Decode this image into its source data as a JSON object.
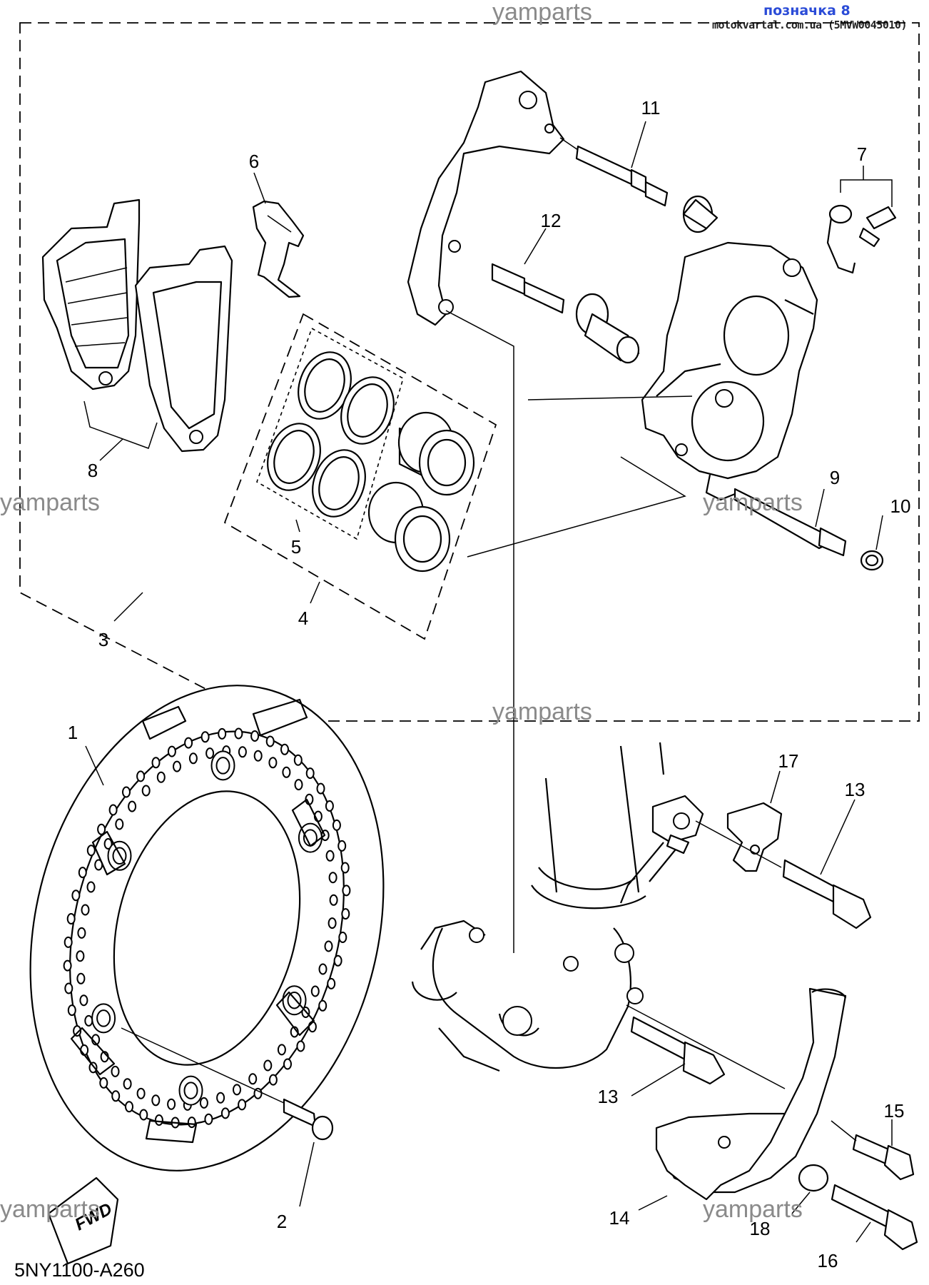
{
  "header": {
    "link_text": "позначка 8",
    "site_text": "motokvartal.com.ua (5MVW0045010)"
  },
  "watermark": "yamparts",
  "diagram_code": "5NY1100-A260",
  "fwd_label": "FWD",
  "parts": [
    {
      "id": "p1",
      "label": "1"
    },
    {
      "id": "p2",
      "label": "2"
    },
    {
      "id": "p3",
      "label": "3"
    },
    {
      "id": "p4",
      "label": "4"
    },
    {
      "id": "p5",
      "label": "5"
    },
    {
      "id": "p6",
      "label": "6"
    },
    {
      "id": "p7",
      "label": "7"
    },
    {
      "id": "p8",
      "label": "8"
    },
    {
      "id": "p9",
      "label": "9"
    },
    {
      "id": "p10",
      "label": "10"
    },
    {
      "id": "p11",
      "label": "11"
    },
    {
      "id": "p12",
      "label": "12"
    },
    {
      "id": "p13a",
      "label": "13"
    },
    {
      "id": "p13b",
      "label": "13"
    },
    {
      "id": "p14",
      "label": "14"
    },
    {
      "id": "p15",
      "label": "15"
    },
    {
      "id": "p16",
      "label": "16"
    },
    {
      "id": "p17",
      "label": "17"
    },
    {
      "id": "p18",
      "label": "18"
    }
  ]
}
